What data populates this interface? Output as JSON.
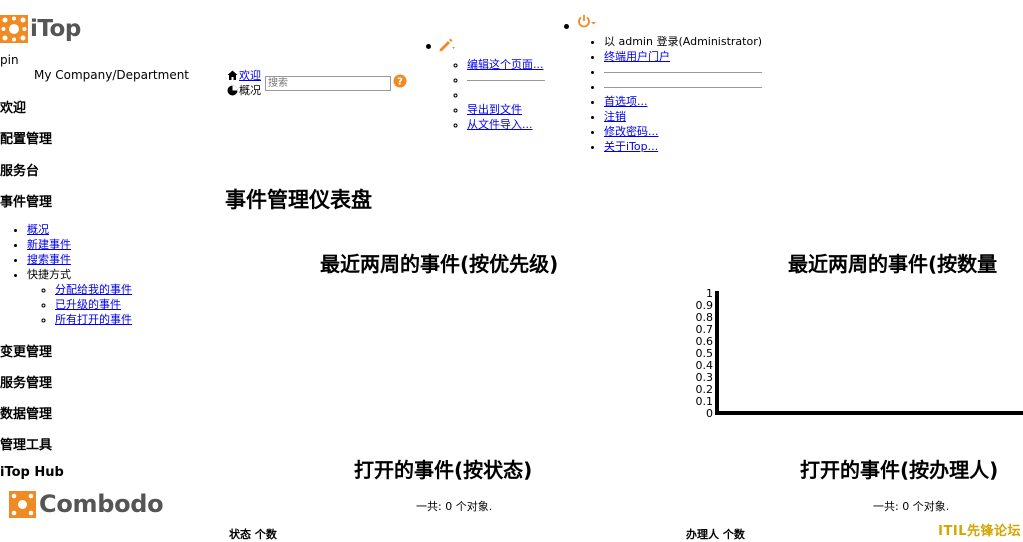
{
  "brand": {
    "logo_text": "iTop",
    "footer_logo_text": "Combodo",
    "accent": "#f08a24"
  },
  "org": {
    "left_text": "pin",
    "right_text": "My Company/Department"
  },
  "menu": {
    "welcome": "欢迎",
    "config": "配置管理",
    "helpdesk": "服务台",
    "incident": "事件管理",
    "incident_items": [
      "概况",
      "新建事件",
      "搜索事件"
    ],
    "shortcuts_label": "快捷方式",
    "shortcut_items": [
      "分配给我的事件",
      "已升级的事件",
      "所有打开的事件"
    ],
    "change": "变更管理",
    "service": "服务管理",
    "data": "数据管理",
    "tools": "管理工具",
    "hub": "iTop Hub"
  },
  "topbar": {
    "home_link": "欢迎",
    "overview_label": "概况",
    "search_placeholder": "搜索",
    "edit_items": [
      "编辑这个页面...",
      "导出到文件",
      "从文件导入..."
    ],
    "user_logged": "以 admin 登录(Administrator)",
    "user_links": [
      "终端用户门户",
      "首选项...",
      "注销",
      "修改密码...",
      "关于iTop..."
    ]
  },
  "main": {
    "title": "事件管理仪表盘",
    "dash1_title": "最近两周的事件(按优先级)",
    "dash2_title": "最近两周的事件(按数量",
    "dash3_title": "打开的事件(按状态)",
    "dash4_title": "打开的事件(按办理人)",
    "total3": "一共: 0 个对象.",
    "total4": "一共: 0 个对象.",
    "col3_a": "状态",
    "col3_b": "个数",
    "col4_a": "办理人",
    "col4_b": "个数"
  },
  "chart_data": {
    "type": "bar",
    "categories": [],
    "values": [],
    "ylim": [
      0,
      1
    ],
    "yticks": [
      "1",
      "0.9",
      "0.8",
      "0.7",
      "0.6",
      "0.5",
      "0.4",
      "0.3",
      "0.2",
      "0.1",
      "0"
    ]
  },
  "watermark": "ITIL先锋论坛"
}
